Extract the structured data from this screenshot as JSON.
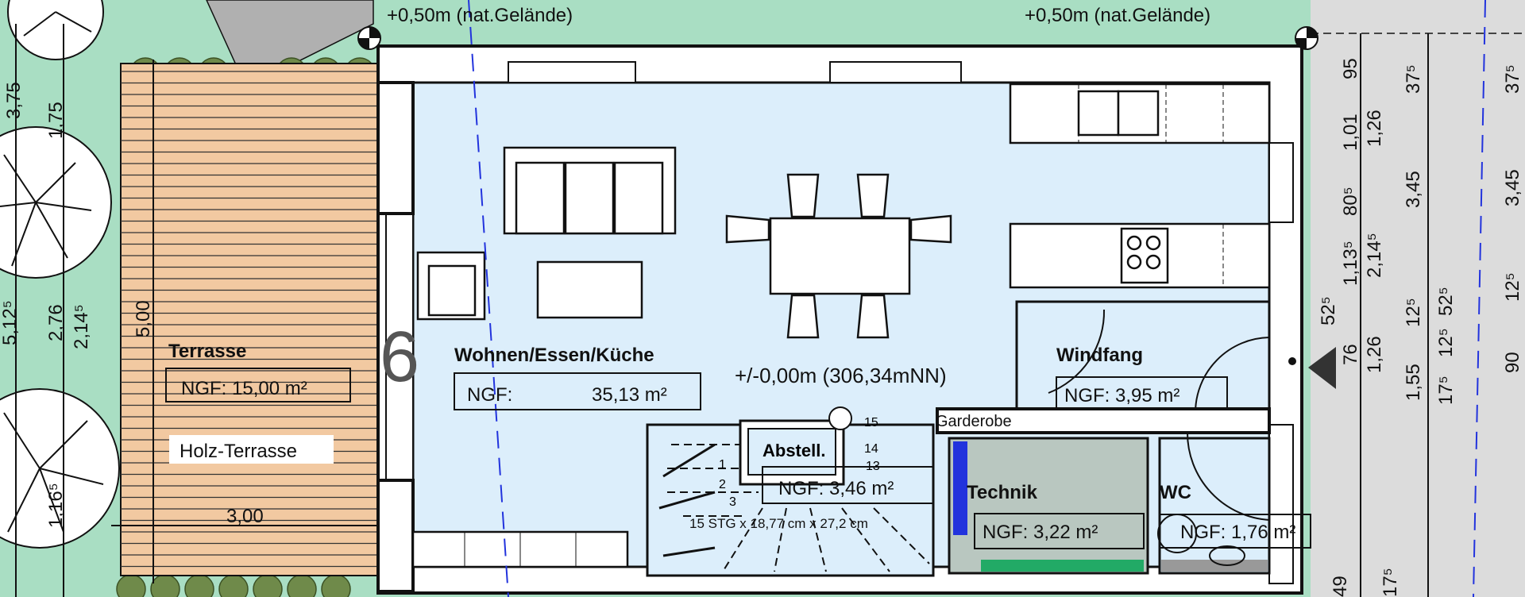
{
  "colors": {
    "ground": "#a9dec3",
    "room": "#dceefb",
    "terrace": "#f2c9a1",
    "technik": "#b9c7c0",
    "street": "#dcdcdc",
    "accent_blue": "#2233dd",
    "accent_green": "#22aa66"
  },
  "levels": {
    "terrain_left": "+0,50m (nat.Gelände)",
    "terrain_right": "+0,50m (nat.Gelände)",
    "floor": "+/-0,00m (306,34mNN)"
  },
  "rooms": {
    "living": {
      "name": "Wohnen/Essen/Küche",
      "ngf_label": "NGF:",
      "area": "35,13 m²"
    },
    "windfang": {
      "name": "Windfang",
      "ngf": "NGF: 3,95 m²"
    },
    "terrace": {
      "name": "Terrasse",
      "ngf": "NGF: 15,00 m²",
      "material": "Holz-Terrasse"
    },
    "storage": {
      "name": "Abstell.",
      "ngf": "NGF: 3,46 m²"
    },
    "technik": {
      "name": "Technik",
      "ngf": "NGF: 3,22 m²"
    },
    "wc": {
      "name": "WC",
      "ngf": "NGF: 1,76 m²"
    },
    "wardrobe": {
      "name": "Garderobe"
    }
  },
  "stairs": {
    "spec": "15 STG x 18,77 cm x 27,2 cm",
    "steps": [
      "1",
      "2",
      "3",
      "13",
      "14",
      "15"
    ]
  },
  "section_marker": "6",
  "dimensions": {
    "terrace_width": "3,00",
    "terrace_depth": "5,00",
    "left": [
      "3,75",
      "1,75",
      "5,12⁵",
      "2,76",
      "2,14⁵",
      "1,16⁵"
    ],
    "right_col1": [
      "95",
      "1,01",
      "80⁵",
      "1,13⁵",
      "76",
      "49"
    ],
    "right_col1b": [
      "52⁵"
    ],
    "right_col2": [
      "1,26",
      "2,14⁵",
      "1,26",
      "17⁵"
    ],
    "right_col3": [
      "37⁵",
      "3,45",
      "12⁵",
      "1,55"
    ],
    "right_col4": [
      "52⁵",
      "12⁵",
      "17⁵"
    ],
    "right_col5": [
      "37⁵",
      "3,45",
      "12⁵",
      "90"
    ]
  }
}
